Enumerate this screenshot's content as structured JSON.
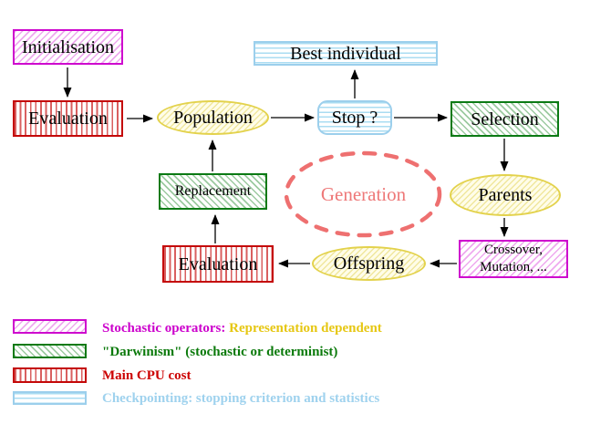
{
  "diagram": {
    "nodes": {
      "initialisation": {
        "label": "Initialisation",
        "style": "magenta-hatch"
      },
      "evaluation_top": {
        "label": "Evaluation",
        "style": "red-stripe"
      },
      "population": {
        "label": "Population",
        "style": "yellow-hatch-ellipse"
      },
      "best_individual": {
        "label": "Best individual",
        "style": "blue-stripe"
      },
      "stop": {
        "label": "Stop ?",
        "style": "blue-stripe-rounded"
      },
      "selection": {
        "label": "Selection",
        "style": "green-hatch"
      },
      "parents": {
        "label": "Parents",
        "style": "yellow-hatch-ellipse"
      },
      "replacement": {
        "label": "Replacement",
        "style": "green-hatch"
      },
      "generation": {
        "label": "Generation",
        "style": "salmon-dashed-ellipse"
      },
      "evaluation_bottom": {
        "label": "Evaluation",
        "style": "red-stripe"
      },
      "offspring": {
        "label": "Offspring",
        "style": "yellow-hatch-ellipse"
      },
      "crossover": {
        "line1": "Crossover,",
        "line2": "Mutation, ...",
        "style": "magenta-hatch"
      }
    },
    "edges": [
      {
        "from": "initialisation",
        "to": "evaluation_top"
      },
      {
        "from": "evaluation_top",
        "to": "population"
      },
      {
        "from": "population",
        "to": "stop"
      },
      {
        "from": "stop",
        "to": "best_individual"
      },
      {
        "from": "stop",
        "to": "selection"
      },
      {
        "from": "selection",
        "to": "parents"
      },
      {
        "from": "parents",
        "to": "crossover"
      },
      {
        "from": "crossover",
        "to": "offspring"
      },
      {
        "from": "offspring",
        "to": "evaluation_bottom"
      },
      {
        "from": "evaluation_bottom",
        "to": "replacement"
      },
      {
        "from": "replacement",
        "to": "population"
      }
    ],
    "legend": {
      "row1": {
        "label": "Stochastic operators:",
        "label2": "Representation dependent"
      },
      "row2": {
        "label": "\"Darwinism\" (stochastic or determinist)"
      },
      "row3": {
        "label": "Main CPU cost"
      },
      "row4": {
        "label": "Checkpointing: stopping criterion and statistics"
      }
    },
    "colors": {
      "magenta": "#cc00cc",
      "gold": "#e6c713",
      "green": "#0b7a0b",
      "red": "#cc0000",
      "light_blue": "#9fd2ee",
      "salmon": "#ee7878",
      "yellow_border": "#e3d24c",
      "black": "#000000"
    }
  }
}
